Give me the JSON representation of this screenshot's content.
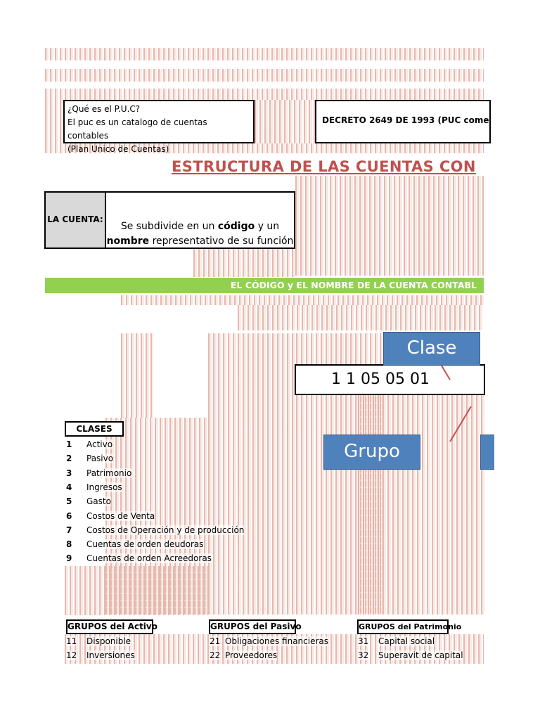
{
  "puc_box": {
    "line1": "¿Qué es el P.U.C?",
    "line2": "El puc es un catalogo de cuentas contables",
    "line3": "(Plan Unico de Cuentas)"
  },
  "decreto_box": {
    "text": "DECRETO 2649 DE 1993 (PUC comerciant"
  },
  "main_title": "ESTRUCTURA DE LAS CUENTAS CON",
  "la_cuenta": {
    "label": "LA CUENTA:",
    "desc_pre": "Se subdivide en un ",
    "desc_bold1": "código",
    "desc_mid": " y un",
    "desc_bold2": "nombre",
    "desc_post": " representativo de su función"
  },
  "green_band": {
    "text": "EL CÓDIGO y EL NOMBRE DE LA CUENTA CONTABL"
  },
  "code_example": {
    "text": "1  1  05  05 01"
  },
  "callouts": {
    "clase": "Clase",
    "grupo": "Grupo"
  },
  "clases": {
    "header": "CLASES",
    "items": [
      {
        "num": "1",
        "label": "Activo"
      },
      {
        "num": "2",
        "label": "Pasivo"
      },
      {
        "num": "3",
        "label": "Patrimonio"
      },
      {
        "num": "4",
        "label": "Ingresos"
      },
      {
        "num": "5",
        "label": "Gasto"
      },
      {
        "num": "6",
        "label": "Costos de Venta"
      },
      {
        "num": "7",
        "label": "Costos de Operación y de producción"
      },
      {
        "num": "8",
        "label": "Cuentas de orden deudoras"
      },
      {
        "num": "9",
        "label": "Cuentas de orden Acreedoras"
      }
    ]
  },
  "grupos_activo": {
    "header": "GRUPOS del Activo",
    "items": [
      {
        "num": "11",
        "label": "Disponible"
      },
      {
        "num": "12",
        "label": "Inversiones"
      }
    ]
  },
  "grupos_pasivo": {
    "header": "GRUPOS del Pasivo",
    "items": [
      {
        "num": "21",
        "label": "Obligaciones financieras"
      },
      {
        "num": "22",
        "label": "Proveedores"
      }
    ]
  },
  "grupos_patrimonio": {
    "header": "GRUPOS del Patrimonio",
    "items": [
      {
        "num": "31",
        "label": "Capital social"
      },
      {
        "num": "32",
        "label": "Superavit de capital"
      }
    ]
  },
  "colors": {
    "title_red": "#c0504d",
    "band_green": "#92d050",
    "callout_blue": "#4f81bd",
    "label_gray": "#d9d9d9"
  }
}
